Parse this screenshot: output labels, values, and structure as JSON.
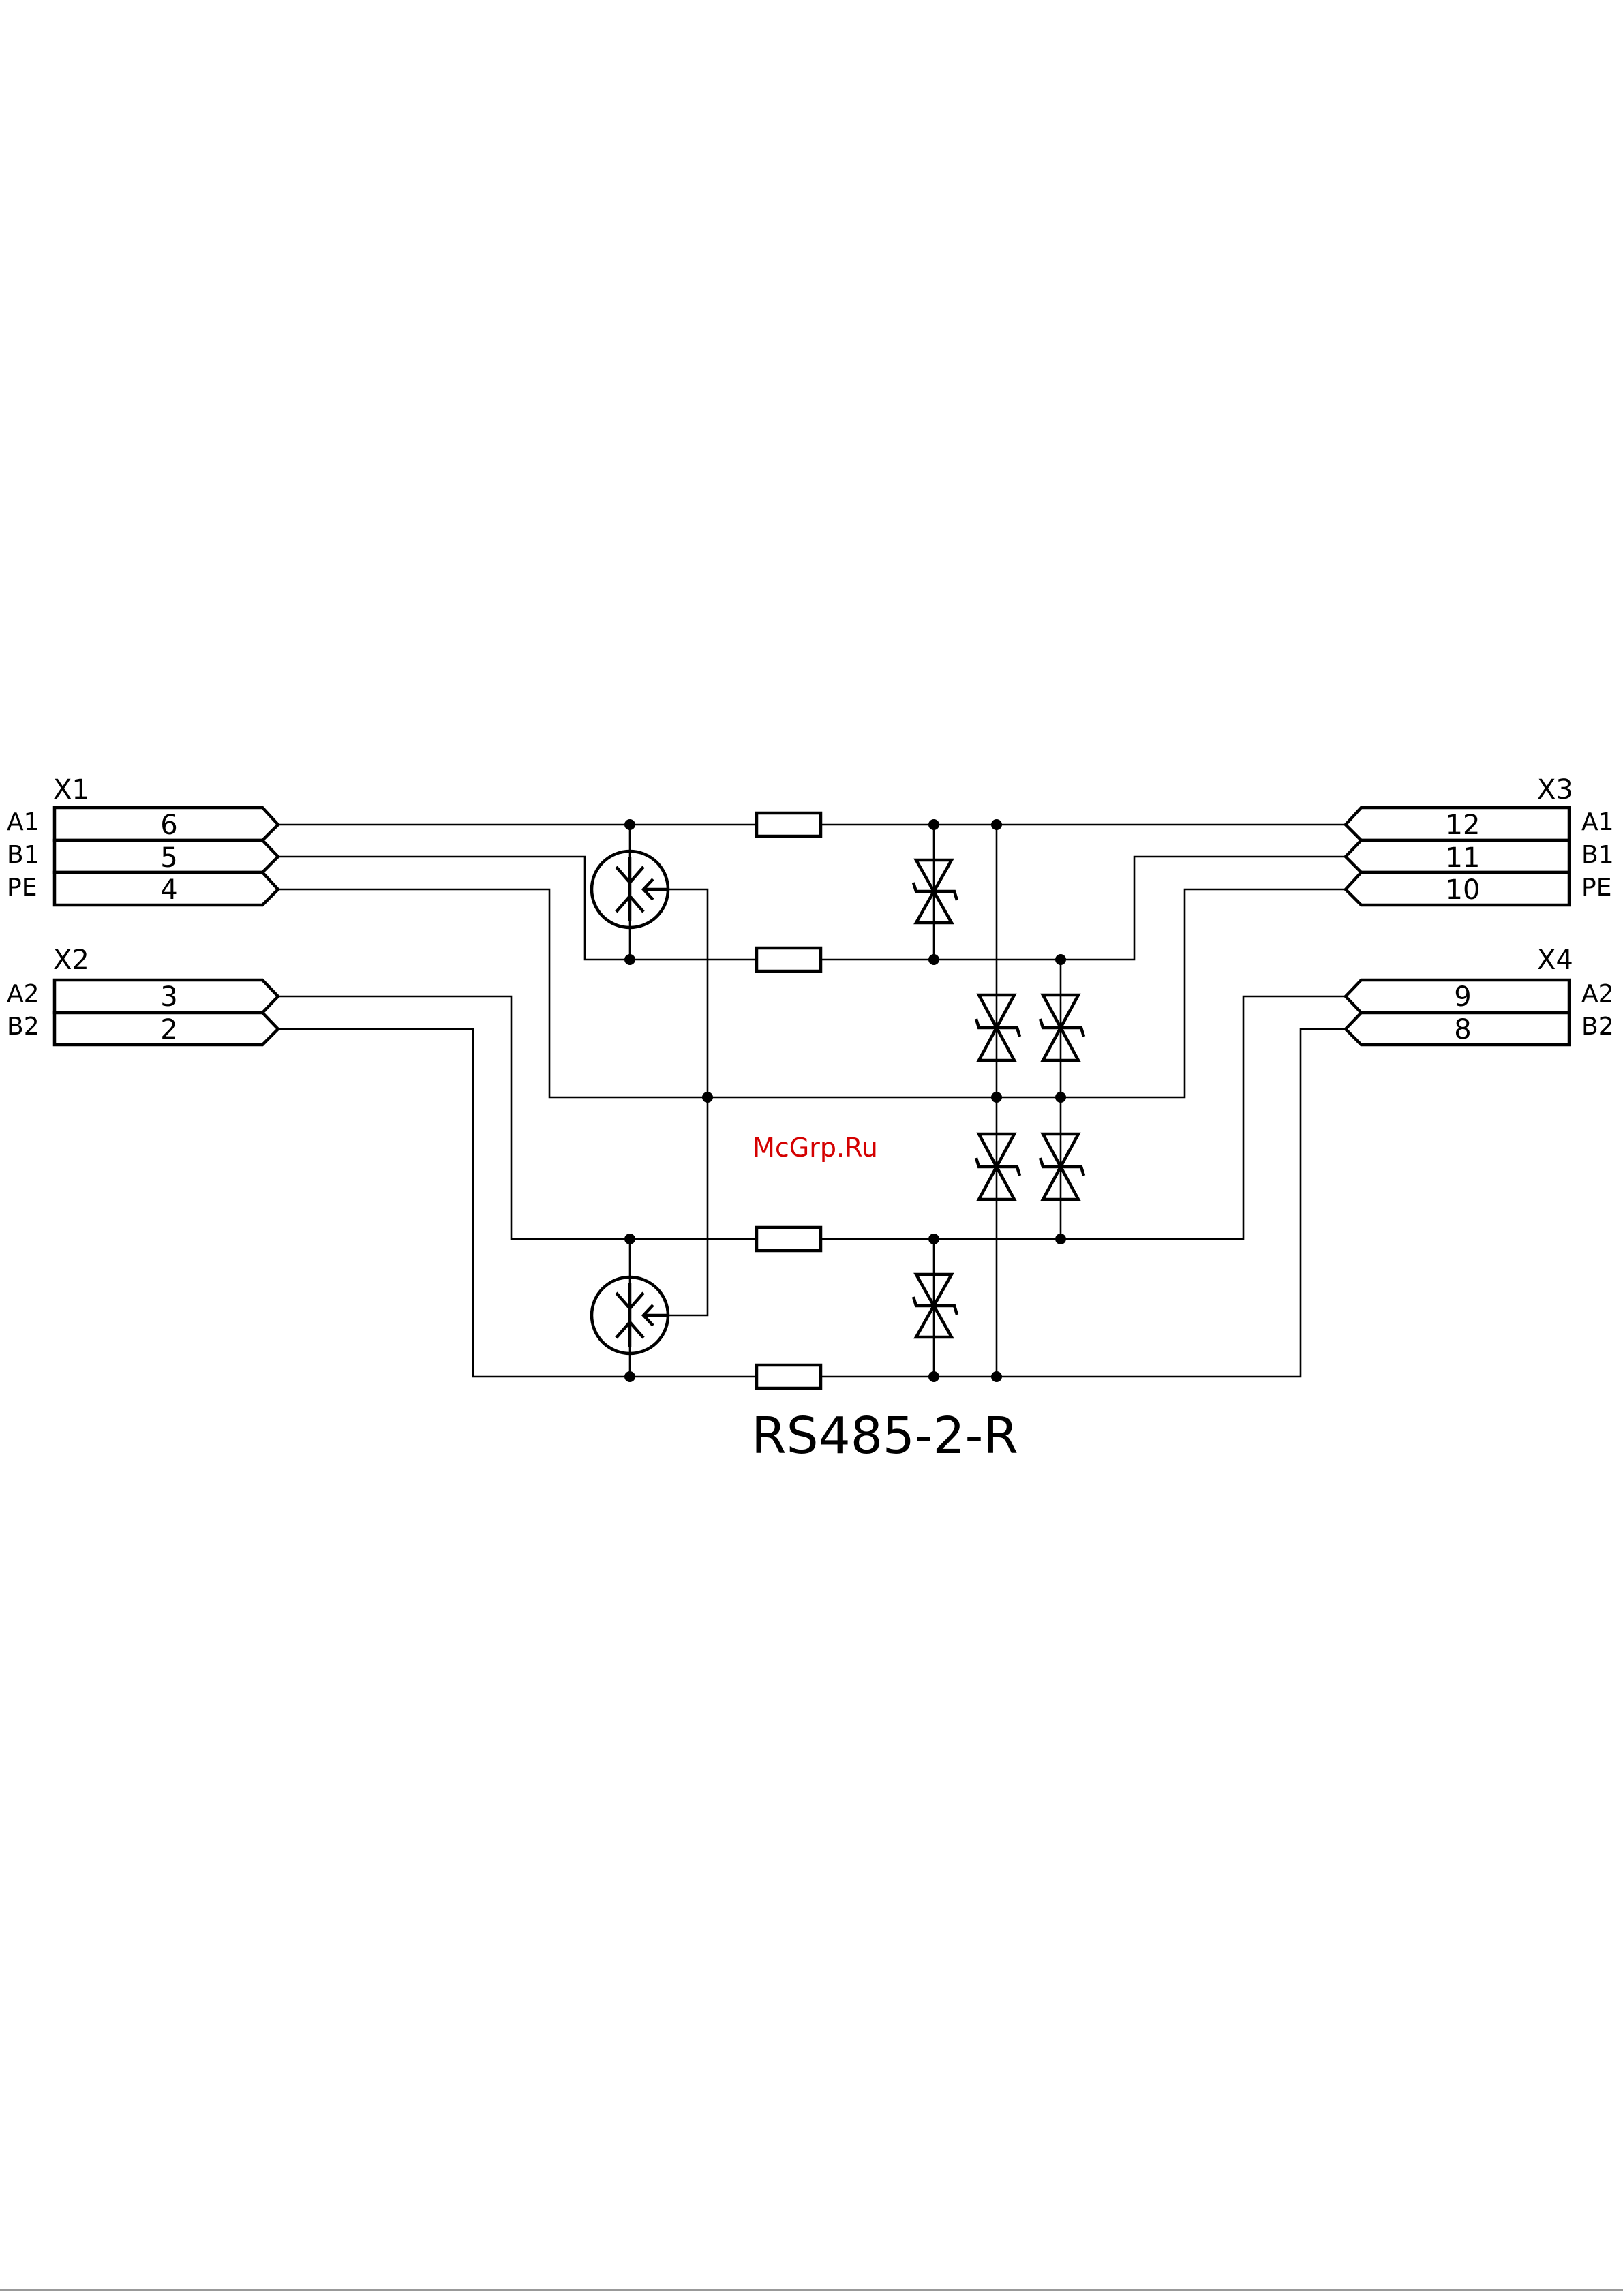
{
  "title": "RS485-2-R",
  "watermark": "McGrp.Ru",
  "connectors": [
    {
      "name": "X1",
      "side": "left",
      "pins": [
        {
          "number": "6",
          "signal": "A1"
        },
        {
          "number": "5",
          "signal": "B1"
        },
        {
          "number": "4",
          "signal": "PE"
        }
      ]
    },
    {
      "name": "X2",
      "side": "left",
      "pins": [
        {
          "number": "3",
          "signal": "A2"
        },
        {
          "number": "2",
          "signal": "B2"
        }
      ]
    },
    {
      "name": "X3",
      "side": "right",
      "pins": [
        {
          "number": "12",
          "signal": "A1"
        },
        {
          "number": "11",
          "signal": "B1"
        },
        {
          "number": "10",
          "signal": "PE"
        }
      ]
    },
    {
      "name": "X4",
      "side": "right",
      "pins": [
        {
          "number": "9",
          "signal": "A2"
        },
        {
          "number": "8",
          "signal": "B2"
        }
      ]
    }
  ]
}
